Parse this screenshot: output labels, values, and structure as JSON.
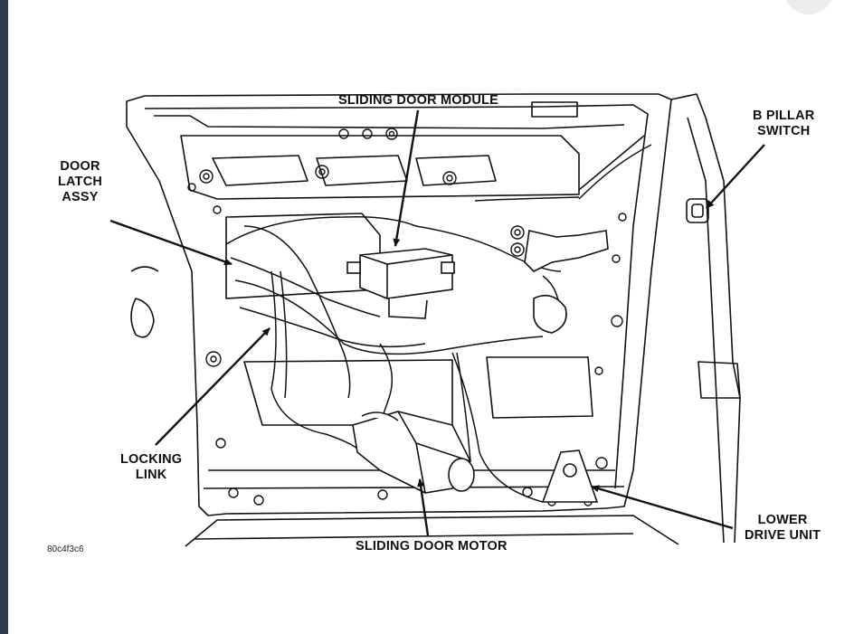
{
  "labels": {
    "sliding_door_module": "SLIDING DOOR MODULE",
    "b_pillar_switch": "B PILLAR\nSWITCH",
    "door_latch_assy": "DOOR\nLATCH\nASSY",
    "locking_link": "LOCKING\nLINK",
    "sliding_door_motor": "SLIDING DOOR MOTOR",
    "lower_drive_unit": "LOWER\nDRIVE UNIT",
    "figure_code": "80c4f3c6"
  },
  "colors": {
    "line": "#111111",
    "sidebar": "#2f3a4a",
    "background": "#ffffff"
  }
}
